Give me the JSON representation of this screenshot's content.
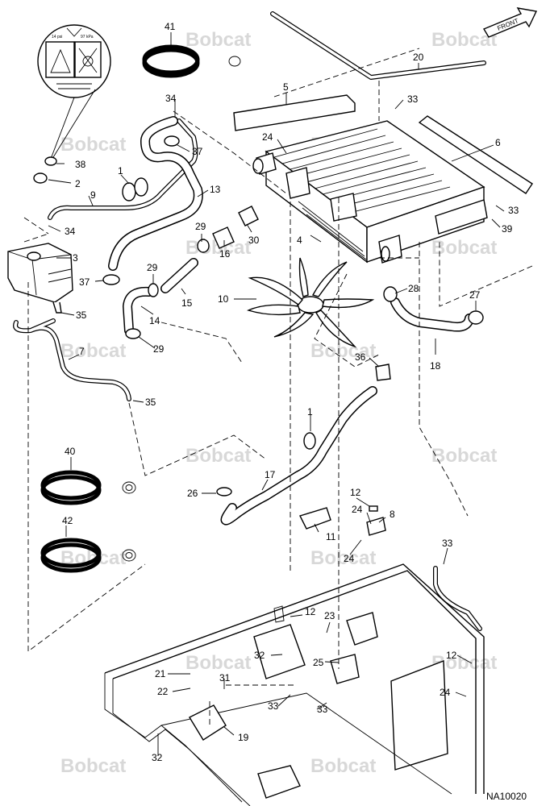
{
  "watermark_text": "Bobcat",
  "front_label": "FRONT",
  "drawing_code": "NA10020",
  "decal_text": {
    "pressure": "14 psi",
    "pressure_metric": "97 kPa"
  },
  "callouts": [
    {
      "id": "c41",
      "text": "41"
    },
    {
      "id": "c20",
      "text": "20"
    },
    {
      "id": "c5",
      "text": "5"
    },
    {
      "id": "c33a",
      "text": "33"
    },
    {
      "id": "c34a",
      "text": "34"
    },
    {
      "id": "c24a",
      "text": "24"
    },
    {
      "id": "c6",
      "text": "6"
    },
    {
      "id": "c37a",
      "text": "37"
    },
    {
      "id": "c38",
      "text": "38"
    },
    {
      "id": "c1a",
      "text": "1"
    },
    {
      "id": "c2",
      "text": "2"
    },
    {
      "id": "c13",
      "text": "13"
    },
    {
      "id": "c9",
      "text": "9"
    },
    {
      "id": "c33b",
      "text": "33"
    },
    {
      "id": "c39",
      "text": "39"
    },
    {
      "id": "c34b",
      "text": "34"
    },
    {
      "id": "c29a",
      "text": "29"
    },
    {
      "id": "c30",
      "text": "30"
    },
    {
      "id": "c4",
      "text": "4"
    },
    {
      "id": "c3",
      "text": "3"
    },
    {
      "id": "c16",
      "text": "16"
    },
    {
      "id": "c37b",
      "text": "37"
    },
    {
      "id": "c29b",
      "text": "29"
    },
    {
      "id": "c28",
      "text": "28"
    },
    {
      "id": "c27",
      "text": "27"
    },
    {
      "id": "c10",
      "text": "10"
    },
    {
      "id": "c15",
      "text": "15"
    },
    {
      "id": "c35a",
      "text": "35"
    },
    {
      "id": "c14",
      "text": "14"
    },
    {
      "id": "c29c",
      "text": "29"
    },
    {
      "id": "c7",
      "text": "7"
    },
    {
      "id": "c36",
      "text": "36"
    },
    {
      "id": "c18",
      "text": "18"
    },
    {
      "id": "c35b",
      "text": "35"
    },
    {
      "id": "c1b",
      "text": "1"
    },
    {
      "id": "c40",
      "text": "40"
    },
    {
      "id": "c17",
      "text": "17"
    },
    {
      "id": "c26",
      "text": "26"
    },
    {
      "id": "c12a",
      "text": "12"
    },
    {
      "id": "c24b",
      "text": "24"
    },
    {
      "id": "c8",
      "text": "8"
    },
    {
      "id": "c42",
      "text": "42"
    },
    {
      "id": "c11",
      "text": "11"
    },
    {
      "id": "c33c",
      "text": "33"
    },
    {
      "id": "c24c",
      "text": "24"
    },
    {
      "id": "c12b",
      "text": "12"
    },
    {
      "id": "c23",
      "text": "23"
    },
    {
      "id": "c32a",
      "text": "32"
    },
    {
      "id": "c25",
      "text": "25"
    },
    {
      "id": "c12c",
      "text": "12"
    },
    {
      "id": "c21",
      "text": "21"
    },
    {
      "id": "c31",
      "text": "31"
    },
    {
      "id": "c22",
      "text": "22"
    },
    {
      "id": "c33d",
      "text": "33"
    },
    {
      "id": "c33e",
      "text": "33"
    },
    {
      "id": "c24d",
      "text": "24"
    },
    {
      "id": "c19",
      "text": "19"
    },
    {
      "id": "c32b",
      "text": "32"
    }
  ]
}
